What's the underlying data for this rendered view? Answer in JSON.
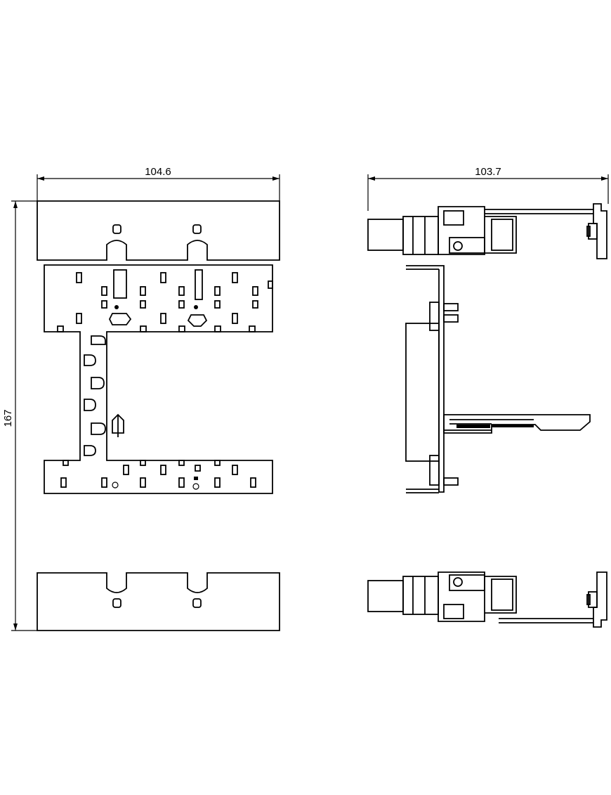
{
  "dimensions": {
    "front_width": "104.6",
    "side_width": "103.7",
    "height": "167"
  },
  "colors": {
    "line": "#000000",
    "background": "#ffffff"
  }
}
